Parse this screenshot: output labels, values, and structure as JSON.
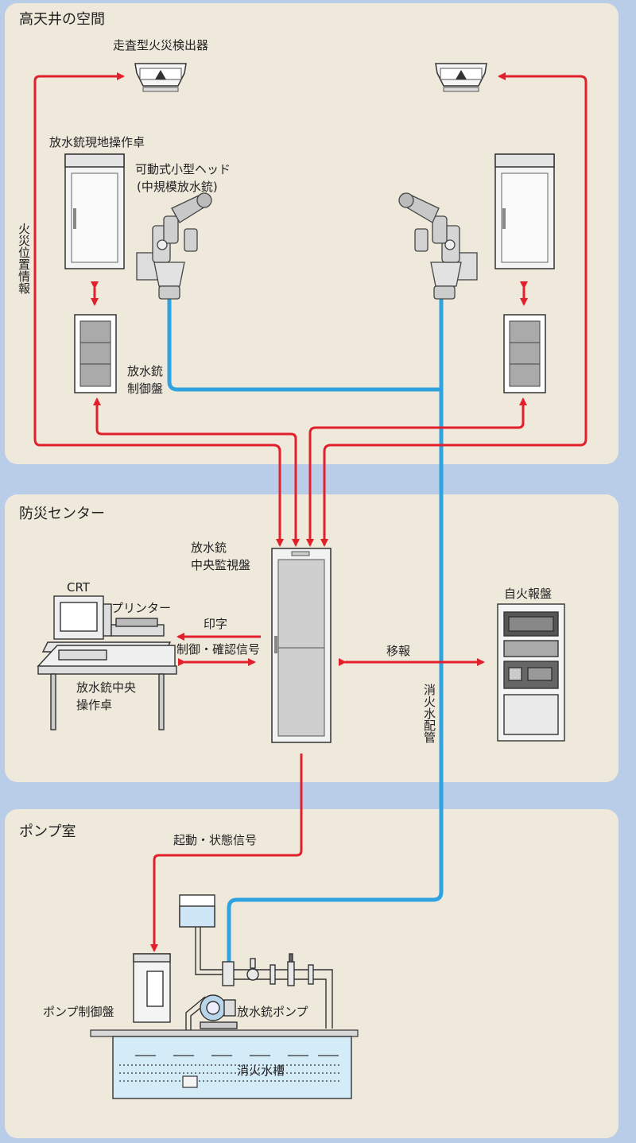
{
  "sections": [
    {
      "title": "高天井の空間"
    },
    {
      "title": "防災センター"
    },
    {
      "title": "ポンプ室"
    }
  ],
  "labels": {
    "detector": "走査型火災検出器",
    "fire_position_info": "火災位置情報",
    "local_console": "放水銃現地操作卓",
    "small_head_line1": "可動式小型ヘッド",
    "small_head_line2": "(中規模放水銃)",
    "control_panel_line1": "放水銃",
    "control_panel_line2": "制御盤",
    "central_monitor_line1": "放水銃",
    "central_monitor_line2": "中央監視盤",
    "crt": "CRT",
    "printer": "プリンター",
    "print": "印字",
    "control_confirm": "制御・確認信号",
    "central_console_line1": "放水銃中央",
    "central_console_line2": "操作卓",
    "relay": "移報",
    "fire_alarm_panel": "自火報盤",
    "fire_pipe": "消火水配管",
    "start_status": "起動・状態信号",
    "pump_control_panel": "ポンプ制御盤",
    "pump": "放水銃ポンプ",
    "water_tank": "消火水槽"
  },
  "colors": {
    "signal": "#e2202c",
    "water_pipe": "#2fa3e0",
    "panel_bg": "#efe9dc",
    "page_bg": "#b9cde8"
  }
}
